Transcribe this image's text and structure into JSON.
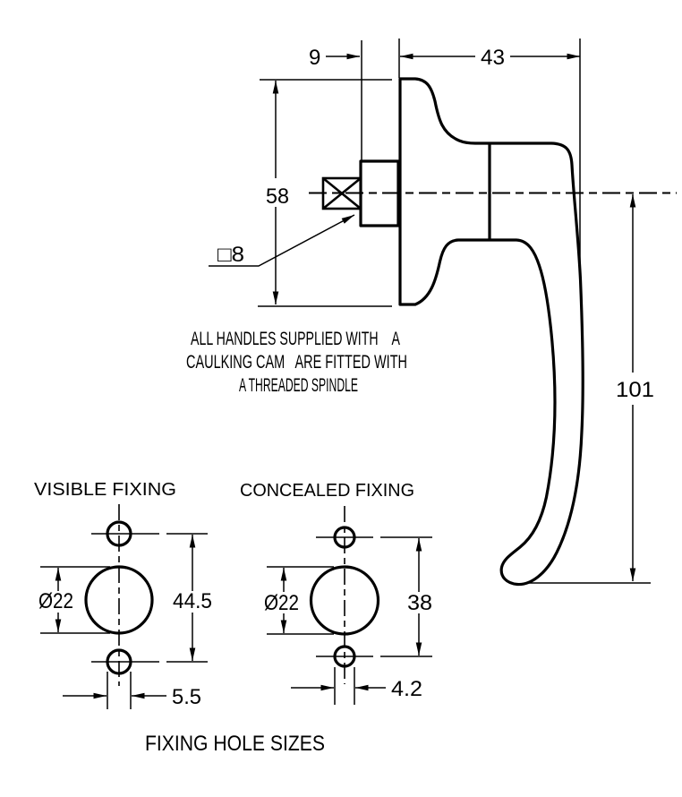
{
  "sheet": {
    "colors": {
      "ink": "#000000",
      "background": "#ffffff"
    }
  },
  "handle_view": {
    "dim_spindle_offset": "9",
    "dim_grip_depth": "43",
    "dim_rose_height": "58",
    "dim_handle_drop": "101",
    "spindle_label": "□8"
  },
  "note": {
    "line1": "ALL HANDLES SUPPLIED WITH    A",
    "line2": "CAULKING CAM   ARE FITTED WITH",
    "line3": "A THREADED SPINDLE"
  },
  "visible_fixing": {
    "title": "VISIBLE FIXING",
    "dim_hole_diameter": "Ø22",
    "dim_hole_centres": "44.5",
    "dim_screw_hole": "5.5"
  },
  "concealed_fixing": {
    "title": "CONCEALED FIXING",
    "dim_hole_diameter": "Ø22",
    "dim_hole_centres": "38",
    "dim_screw_hole": "4.2"
  },
  "caption": "FIXING HOLE SIZES"
}
